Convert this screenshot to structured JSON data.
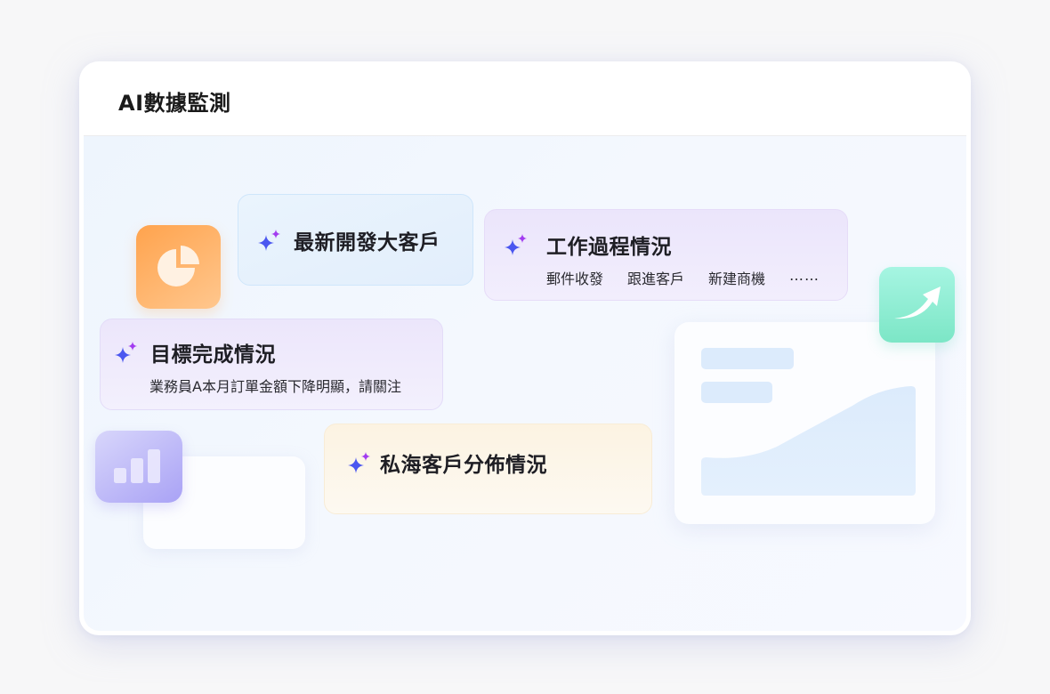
{
  "header": {
    "title": "AI數據監測"
  },
  "cards": {
    "new_client": {
      "icon": "sparkle-icon",
      "title": "最新開發大客戶"
    },
    "work_process": {
      "icon": "sparkle-icon",
      "title": "工作過程情況",
      "items": [
        "郵件收發",
        "跟進客戶",
        "新建商機",
        "……"
      ]
    },
    "goal_completion": {
      "icon": "sparkle-icon",
      "title": "目標完成情況",
      "description": "業務員A本月訂單金額下降明顯，請關注"
    },
    "private_clients": {
      "icon": "sparkle-icon",
      "title": "私海客戶分佈情況"
    }
  },
  "decor": {
    "pie_icon": {
      "name": "pie-chart-icon",
      "color": "#ffa34d"
    },
    "bars_icon": {
      "name": "bar-chart-icon",
      "color": "#a9a2f5"
    },
    "growth_icon": {
      "name": "trend-up-arrow-icon",
      "color": "#7ce6c6"
    },
    "chart_card": {
      "name": "area-chart-placeholder",
      "color": "#dcebfc"
    }
  },
  "colors": {
    "sparkle_primary": "#4a56f0",
    "sparkle_secondary": "#a23bf0",
    "title_text": "#1a1a1a",
    "page_bg": "#f7f7f8"
  }
}
